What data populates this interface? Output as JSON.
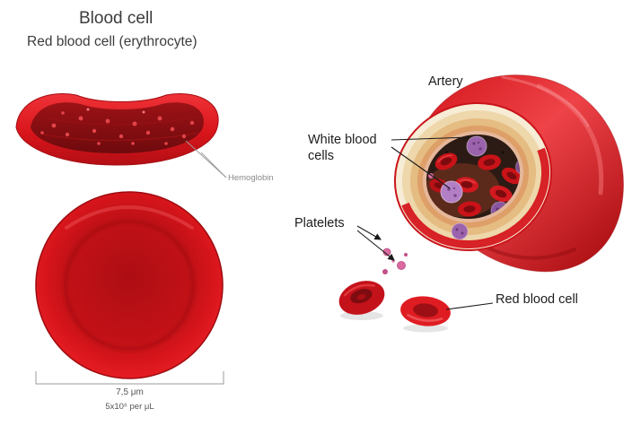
{
  "title": "Blood cell",
  "subtitle": "Red blood cell (erythrocyte)",
  "left_panel": {
    "hemoglobin_label": "Hemoglobin",
    "size_label": "7,5 μm",
    "concentration_label": "5x10⁶ per μL"
  },
  "right_panel": {
    "artery_label": "Artery",
    "white_blood_cells_label": "White blood\ncells",
    "platelets_label": "Platelets",
    "red_blood_cell_label": "Red blood cell"
  },
  "colors": {
    "red_main": "#e01b20",
    "red_bright": "#ef3338",
    "red_dark": "#8e0f13",
    "wbc_purple": "#9a63ab",
    "platelet_pink": "#da6aa0",
    "vessel_cream": "#f7ecd6",
    "vessel_tan": "#e5bc82",
    "label_dark": "#1d1d1d",
    "label_gray": "#8a8a8a"
  }
}
